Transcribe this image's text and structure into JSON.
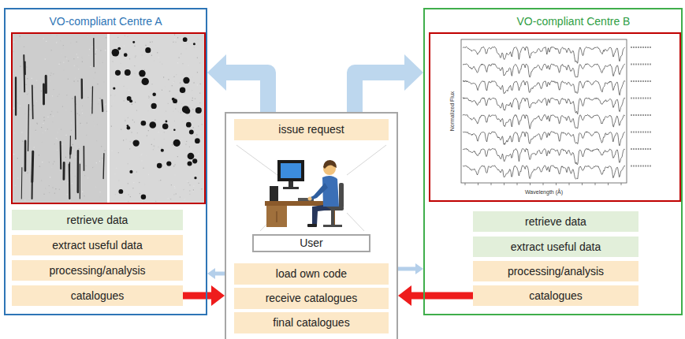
{
  "diagram": {
    "nodes": [
      {
        "text": [
          "VO-compliant Centre A"
        ]
      },
      {
        "text": [
          "retrieve data"
        ],
        "in": 0
      },
      {
        "text": [
          "extract useful data"
        ],
        "in": 0
      },
      {
        "text": [
          "processing/analysis"
        ],
        "in": 0
      },
      {
        "text": [
          "catalogues"
        ],
        "in": 0
      },
      {
        "text": []
      },
      {
        "text": [
          "issue request"
        ],
        "in": 5
      },
      {
        "text": [
          "User"
        ],
        "in": 5
      },
      {
        "text": [
          "load own code"
        ],
        "in": 5
      },
      {
        "text": [
          "receive catalogues"
        ],
        "in": 5
      },
      {
        "text": [
          "final catalogues"
        ],
        "in": 5
      },
      {
        "text": [
          "VO-compliant Centre B"
        ]
      },
      {
        "text": [
          "retrieve data"
        ],
        "in": 11
      },
      {
        "text": [
          "extract useful data"
        ],
        "in": 11
      },
      {
        "text": [
          "processing/analysis"
        ],
        "in": 11
      },
      {
        "text": [
          "catalogues"
        ],
        "in": 11
      }
    ],
    "edges": [
      {
        "from": 5,
        "to": 0,
        "arrow": "to"
      },
      {
        "from": 5,
        "to": 11,
        "arrow": "to"
      },
      {
        "from": 5,
        "to": 0,
        "arrow": "to"
      },
      {
        "from": 5,
        "to": 11,
        "arrow": "to"
      },
      {
        "from": 4,
        "to": 5,
        "arrow": "to"
      },
      {
        "from": 15,
        "to": 5,
        "arrow": "to"
      }
    ],
    "labels": [
      "Normalized Flux",
      "Wavelength (Å)"
    ]
  }
}
